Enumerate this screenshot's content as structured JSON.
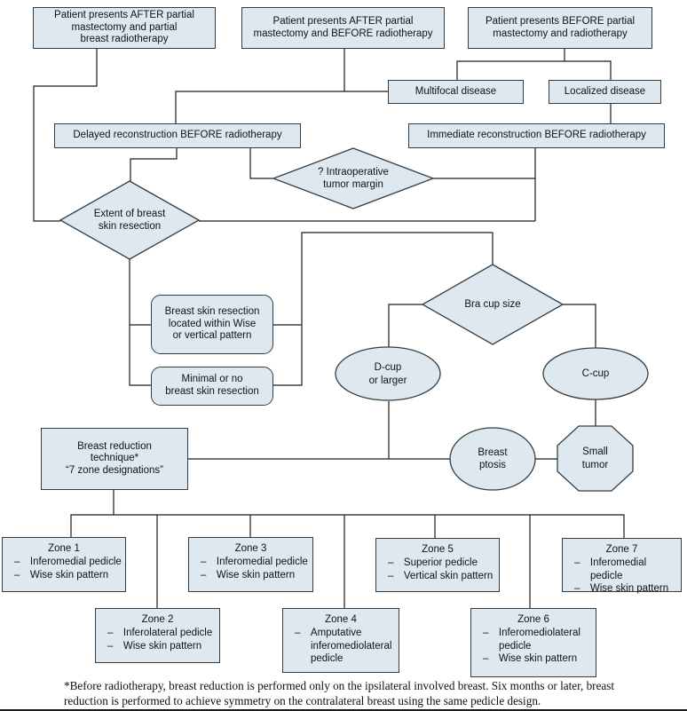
{
  "colors": {
    "shape-fill": "#dee8ee",
    "shape-border": "#323e46",
    "line": "#1c1c1c",
    "text": "#121212"
  },
  "nodes": {
    "top_left": "Patient presents AFTER partial\nmastectomy and partial\nbreast radiotherapy",
    "top_mid": "Patient presents AFTER partial\nmastectomy and BEFORE radiotherapy",
    "top_right": "Patient presents BEFORE partial\nmastectomy and radiotherapy",
    "multifocal": "Multifocal disease",
    "localized": "Localized disease",
    "delayed": "Delayed reconstruction BEFORE radiotherapy",
    "immediate": "Immediate reconstruction BEFORE radiotherapy",
    "intraop_margin": "? Intraoperative\ntumor margin",
    "extent_skin": "Extent of breast\nskin resection",
    "wise_pattern": "Breast skin resection\nlocated within Wise\nor vertical pattern",
    "minimal_resection": "Minimal or no\nbreast skin resection",
    "bra_cup": "Bra cup size",
    "d_cup": "D-cup\nor larger",
    "c_cup": "C-cup",
    "breast_reduction": "Breast reduction\ntechnique*\n“7 zone designations”",
    "breast_ptosis": "Breast\nptosis",
    "small_tumor": "Small\ntumor"
  },
  "zones": [
    {
      "title": "Zone 1",
      "bullets": [
        "– Inferomedial pedicle",
        "– Wise skin pattern"
      ]
    },
    {
      "title": "Zone 2",
      "bullets": [
        "– Inferolateral pedicle",
        "– Wise skin pattern"
      ]
    },
    {
      "title": "Zone 3",
      "bullets": [
        "– Inferomedial pedicle",
        "– Wise skin pattern"
      ]
    },
    {
      "title": "Zone 4",
      "bullets": [
        "– Amputative\ninferomediolateral\npedicle"
      ]
    },
    {
      "title": "Zone 5",
      "bullets": [
        "– Superior pedicle",
        "– Vertical skin pattern"
      ]
    },
    {
      "title": "Zone 6",
      "bullets": [
        "– Inferomediolateral\npedicle",
        "– Wise skin pattern"
      ]
    },
    {
      "title": "Zone 7",
      "bullets": [
        "– Inferomedial pedicle",
        "– Wise skin pattern"
      ]
    }
  ],
  "footnote": "*Before radiotherapy, breast reduction is performed only on the ipsilateral involved breast. Six months or later, breast\nreduction is performed to achieve symmetry on the contralateral breast using the same pedicle design."
}
